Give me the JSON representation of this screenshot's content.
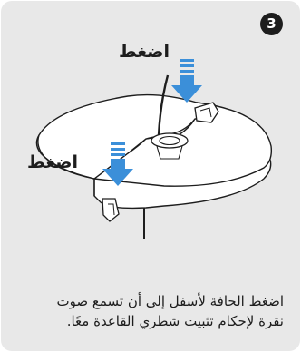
{
  "step": {
    "number": "3"
  },
  "labels": {
    "press_top": "اضغط",
    "press_left": "اضغط"
  },
  "caption": {
    "line1": "اضغط الحافة لأسفل إلى أن تسمع صوت",
    "line2": "نقرة لإحكام تثبيت شطري القاعدة معًا."
  },
  "colors": {
    "card_background": "#e8e8e8",
    "arrow_blue": "#3b8fd9",
    "outline": "#1d1d1d",
    "fill": "#ffffff"
  }
}
